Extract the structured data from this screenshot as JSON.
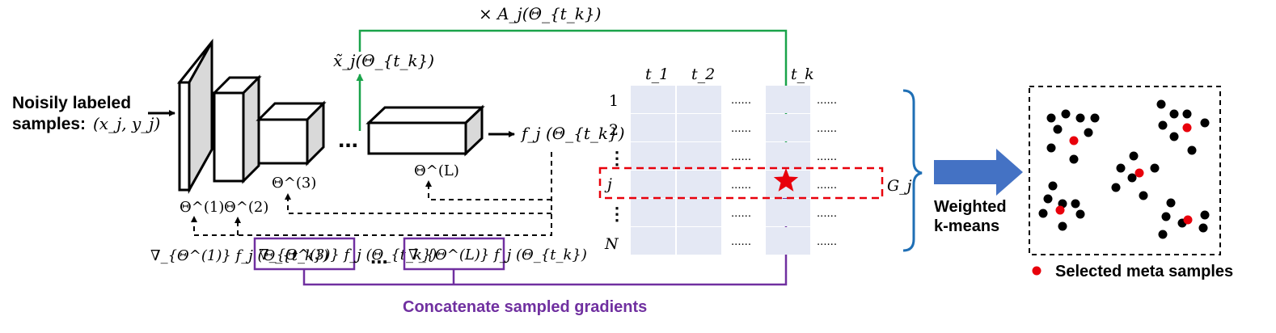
{
  "input": {
    "line1": "Noisily labeled",
    "line2": "samples:",
    "pair": "(x_j, y_j)"
  },
  "top_factor": "× A_j(Θ_{t_k})",
  "augmented_sample": "x̃_j(Θ_{t_k})",
  "output_feature": "f_j (Θ_{t_k})",
  "params": {
    "theta1": "Θ^(1)",
    "theta2": "Θ^(2)",
    "theta3": "Θ^(3)",
    "thetaL": "Θ^(L)"
  },
  "gradients": {
    "g1": "∇_{Θ^(1)} f_j (Θ_{t_k})",
    "g3": "∇_{Θ^(3)} f_j (Θ_{t_k})",
    "gL": "∇_{Θ^(L)} f_j (Θ_{t_k})",
    "dots": "..."
  },
  "concat_label": "Concatenate sampled gradients",
  "matrix": {
    "col_headers": [
      "t_1",
      "t_2",
      "t_k"
    ],
    "row_labels": [
      "1",
      "2",
      "⋮",
      "j",
      "⋮",
      "N"
    ],
    "ellipsis": "......",
    "group_label": "G_j"
  },
  "arrow_label_line1": "Weighted",
  "arrow_label_line2": "k-means",
  "legend": "Selected meta samples",
  "colors": {
    "green": "#1aa34a",
    "purple": "#7030a0",
    "red": "#e8000b",
    "blue_arrow": "#4472c4",
    "brace": "#1f6fb5",
    "grid": "#e4e8f4"
  }
}
